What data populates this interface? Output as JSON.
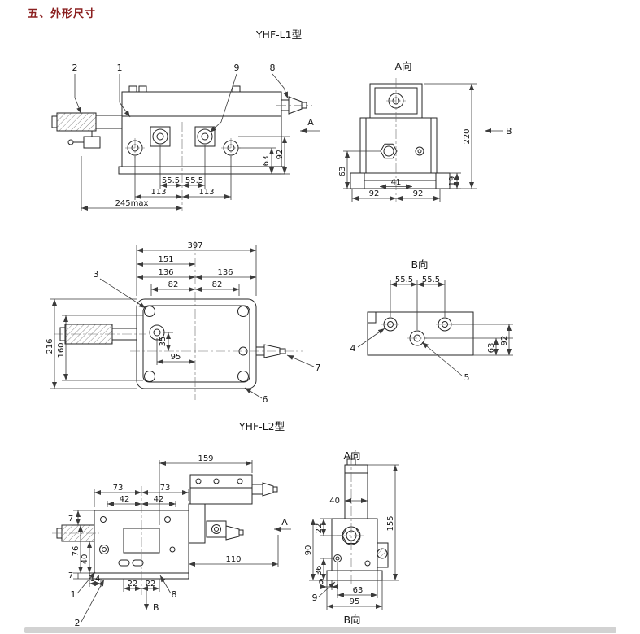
{
  "page": {
    "heading": "五、外形尺寸"
  },
  "l1": {
    "title": "YHF-L1型",
    "front": {
      "labels": {
        "p2": "2",
        "p1": "1",
        "p9": "9",
        "p8": "8",
        "arrow_a": "A"
      },
      "dims": {
        "d63": "63",
        "d92": "92",
        "d555a": "55.5",
        "d555b": "55.5",
        "d113a": "113",
        "d113b": "113",
        "d245": "245max"
      }
    },
    "view_a": {
      "title": "A向",
      "arrow_b": "B",
      "dims": {
        "d220": "220",
        "d63": "63",
        "d41": "41",
        "d92a": "92",
        "d92b": "92",
        "d19": "19"
      }
    },
    "plan": {
      "labels": {
        "p3": "3",
        "p6": "6",
        "p7": "7"
      },
      "dims": {
        "d397": "397",
        "d151": "151",
        "d136a": "136",
        "d136b": "136",
        "d82a": "82",
        "d82b": "82",
        "d216": "216",
        "d160": "160",
        "d35": "35",
        "d95": "95"
      }
    },
    "view_b": {
      "title": "B向",
      "labels": {
        "p4": "4",
        "p5": "5"
      },
      "dims": {
        "d555a": "55.5",
        "d555b": "55.5",
        "d63": "63",
        "d92": "92"
      }
    }
  },
  "l2": {
    "title": "YHF-L2型",
    "front": {
      "labels": {
        "p1": "1",
        "p2": "2",
        "p8": "8",
        "arrow_a": "A",
        "arrow_b": "B"
      },
      "dims": {
        "d159": "159",
        "d73a": "73",
        "d73b": "73",
        "d42a": "42",
        "d42b": "42",
        "d7a": "7",
        "d76": "76",
        "d40": "40",
        "d7b": "7",
        "d14": "14",
        "d22a": "22",
        "d22b": "22",
        "d110": "110"
      }
    },
    "view_a": {
      "title": "A向",
      "label_b_view": "B向",
      "labels": {
        "p9": "9"
      },
      "dims": {
        "d40": "40",
        "d22": "22",
        "d90": "90",
        "d36": "36",
        "d155": "155",
        "d6": "6",
        "d63": "63",
        "d95": "95"
      }
    }
  }
}
